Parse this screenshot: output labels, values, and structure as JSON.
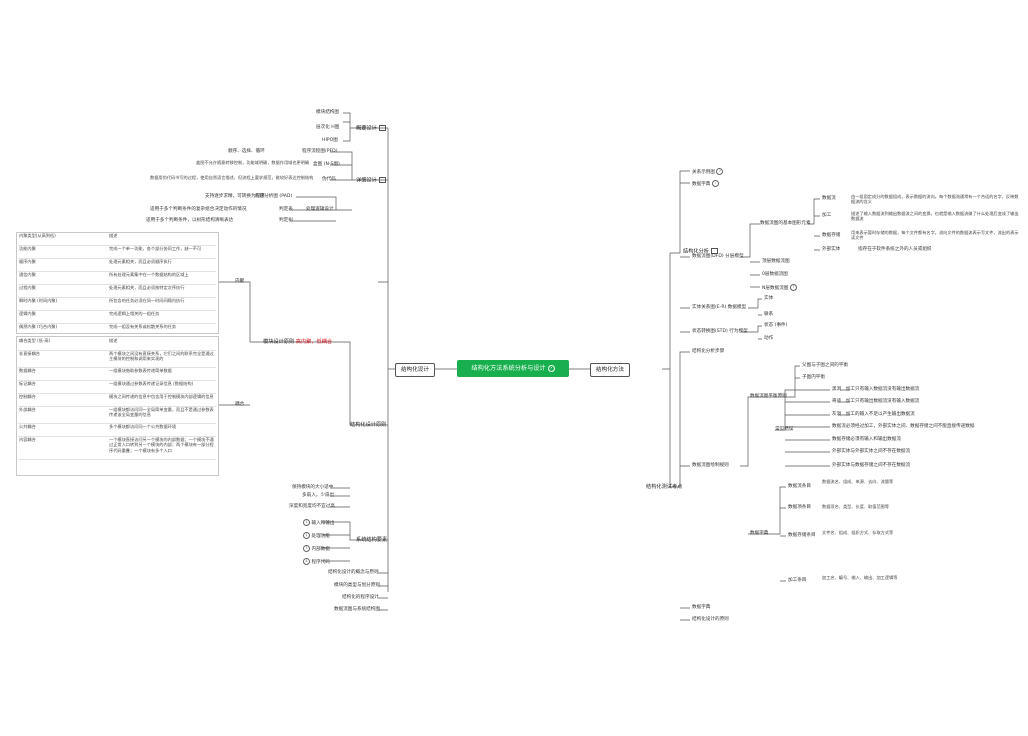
{
  "root": {
    "label": "结构化方法系统分析与设计"
  },
  "left": {
    "branch": "结构化设计",
    "outline": {
      "label": "概要设计",
      "items": [
        "模块结构图",
        "层次化 H图",
        "HIPO图"
      ]
    },
    "detail": {
      "label": "详细设计",
      "items": [
        {
          "label": "程序流程图(PFD)",
          "desc": "顺序、选择、循环"
        },
        {
          "label": "盒图 (N-S图)",
          "desc": "盒图不允许随意转移控制，功能域明确，数据作用域也更明确"
        },
        {
          "label": "伪代码",
          "desc": "数据用伪代码书写的过程，使用自然语言描述，但流程上要求规范，能较好表达控制结构"
        }
      ],
      "sub": {
        "label": "处理逻辑设计",
        "items": [
          {
            "label": "问题分析图 (PAD)",
            "desc": "支持逐步求精，可转换为程序"
          },
          {
            "label": "判定表",
            "desc": "适用于多个判断条件的复杂组合决定动作的情况"
          },
          {
            "label": "判定树",
            "desc": "适用于多个判断条件，以树形结构清晰表达"
          }
        ]
      }
    },
    "module": {
      "label": "模块设计原则",
      "link": "高内聚，低耦合",
      "cohesion": {
        "label": "内聚",
        "header": [
          "内聚类型(从高到低)",
          "描述"
        ],
        "rows": [
          [
            "功能内聚",
            "完成一个单一功能，各个部分协同工作，缺一不可"
          ],
          [
            "顺序内聚",
            "处理元素相关，而且必须顺序执行"
          ],
          [
            "通信内聚",
            "所有处理元素集中在一个数据结构的区域上"
          ],
          [
            "过程内聚",
            "处理元素相关，而且必须按特定次序执行"
          ],
          [
            "瞬时内聚 (时间内聚)",
            "所包含的任务必须在同一时间间隔内执行"
          ],
          [
            "逻辑内聚",
            "完成逻辑上相关的一组任务"
          ],
          [
            "偶然内聚 (巧合内聚)",
            "完成一组没有关系或松散关系的任务"
          ]
        ]
      },
      "coupling": {
        "label": "耦合",
        "header": [
          "耦合类型 (低-高)",
          "描述"
        ],
        "rows": [
          {
            "type": "非直接耦合",
            "desc": "两个模块之间没有直接关系，它们之间的联系完全是通过主模块的控制和调用来实现的",
            "cls": "red"
          },
          {
            "type": "数据耦合",
            "desc": "一组模块借助参数表传递简单数据",
            "cls": "grn"
          },
          {
            "type": "标记耦合",
            "desc": "一组模块通过参数表传递记录信息 (数据结构)",
            "cls": "grn"
          },
          {
            "type": "控制耦合",
            "desc": "模块之间传递的信息中包含用于控制模块内部逻辑的信息",
            "cls": "grn"
          },
          {
            "type": "外部耦合",
            "desc": "一组模块都访问同一全局简单变量，而且不是通过参数表传递该全局变量的信息",
            "cls": ""
          },
          {
            "type": "公共耦合",
            "desc": "多个模块都访问同一个公共数据环境",
            "cls": ""
          },
          {
            "type": "内容耦合",
            "desc": "一个模块直接访问另一个模块的内部数据；一个模块不通过正常入口转到另一个模块的内部；两个模块有一部分程序代码重叠；一个模块有多个入口",
            "cls": "red"
          }
        ]
      },
      "extra": [
        "保持模块的大小适中",
        "多扇入，少扇出",
        "深度和宽度均不宜过高"
      ]
    },
    "system": {
      "label": "系统结构要素",
      "items": [
        {
          "num": "1",
          "label": "输入和输出"
        },
        {
          "num": "2",
          "label": "处理功能"
        },
        {
          "num": "3",
          "label": "内部数据"
        },
        {
          "num": "4",
          "label": "程序代码"
        }
      ]
    },
    "others": [
      "结构化设计的概念与原则",
      "模块的类型与划分原则",
      "结构化的程序设计",
      "数据流图与系统结构图"
    ]
  },
  "right": {
    "branch": "结构化方法",
    "analysis": {
      "label": "结构化分析",
      "items": [
        "关系示例图",
        "数据字典"
      ],
      "dfd": {
        "label": "数据流图(DFD)",
        "sub": "分层模型",
        "elements": {
          "label": "数据流图的基本图形元素",
          "rows": [
            {
              "label": "数据流",
              "desc": "由一组固定成分的数据组成，表示数据的流向。每个数据流通常有一个合适的名字，反映数据流的含义"
            },
            {
              "label": "加工",
              "desc": "描述了输入数据流到输出数据流之间的变换，也就是输入数据流做了什么处理后变成了输出数据流"
            },
            {
              "label": "数据存储",
              "desc": "用来表示暂时存储的数据，每个文件都有名字。流向文件的数据流表示写文件，流出的表示读文件"
            },
            {
              "label": "外部实体",
              "desc": "指存在于软件系统之外的人员或组织"
            }
          ]
        },
        "levels": [
          "顶层数据流图",
          "0层数据流图",
          "N层数据流图"
        ]
      },
      "er": {
        "label": "实体关系图(E-R)",
        "sub": "数据模型",
        "items": [
          "实体",
          "联系"
        ]
      },
      "std": {
        "label": "状态转换图(STD)",
        "sub": "行为模型",
        "items": [
          "状态 (事件)",
          "动作"
        ]
      }
    },
    "testing": {
      "label": "结构化测试考点",
      "first": "结构化分析步骤",
      "dfd_rules": {
        "label": "数据流图绘制规则",
        "principles": {
          "label": "数据流图平衡原则",
          "items": [
            "父图与子图之间的平衡",
            "子图内平衡"
          ]
        },
        "errors": {
          "label": "常见错误",
          "items": [
            {
              "label": "黑洞",
              "desc": "加工只有输入数据流没有输出数据流"
            },
            {
              "label": "奇迹",
              "desc": "加工只有输出数据流没有输入数据流"
            },
            {
              "label": "灰洞",
              "desc": "加工的输入不足以产生输出数据流"
            },
            {
              "label": "数据流必须经过加工",
              "desc": "外部实体之间、数据存储之间不能直接传递数据"
            },
            {
              "label": "数据存储必须有输入和输出数据流",
              "desc": ""
            },
            {
              "label": "外部实体与外部实体之间不存在数据流",
              "desc": ""
            },
            {
              "label": "外部实体与数据存储之间不存在数据流",
              "desc": ""
            }
          ]
        }
      },
      "dict": {
        "label": "数据字典",
        "rows": [
          {
            "label": "数据流条目",
            "desc": "数据流名、组成、来源、去向、流量等"
          },
          {
            "label": "数据项条目",
            "desc": "数据项名、类型、长度、取值范围等"
          },
          {
            "label": "数据存储条目",
            "desc": "文件名、组成、组织方式、存取方式等"
          },
          {
            "label": "加工条目",
            "desc": "加工名、编号、输入、输出、加工逻辑等"
          }
        ]
      },
      "last": [
        "数据字典",
        "结构化设计的原则"
      ]
    }
  }
}
